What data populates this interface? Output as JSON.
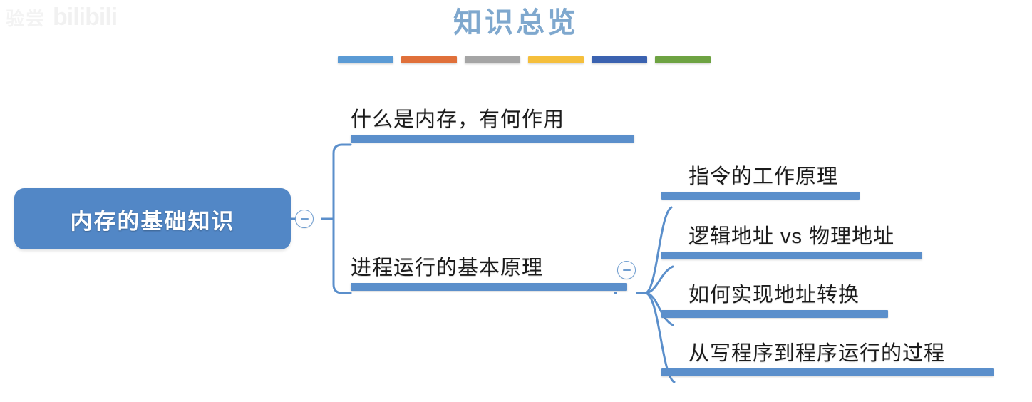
{
  "watermark": {
    "cn_text": "验尝",
    "logo_text": "bilibili"
  },
  "title": "知识总览",
  "accent_bars": [
    {
      "name": "bar-blue",
      "color": "#5b9bd5"
    },
    {
      "name": "bar-orange",
      "color": "#e0703a"
    },
    {
      "name": "bar-gray",
      "color": "#a5a5a5"
    },
    {
      "name": "bar-yellow",
      "color": "#f5bf3c"
    },
    {
      "name": "bar-dark-blue",
      "color": "#3b62b0"
    },
    {
      "name": "bar-green",
      "color": "#6ea342"
    }
  ],
  "mindmap": {
    "root": {
      "label": "内存的基础知识",
      "fill": "#5287c6",
      "text_color": "#ffffff",
      "collapse_icon": "minus-circle-icon",
      "collapsed": false
    },
    "branches": [
      {
        "label": "什么是内存，有何作用",
        "underline_color": "#5b8fcb",
        "has_collapse": false,
        "children": []
      },
      {
        "label": "进程运行的基本原理",
        "underline_color": "#5b8fcb",
        "has_collapse": true,
        "collapse_icon": "minus-circle-icon",
        "children": [
          {
            "label": "指令的工作原理",
            "underline_color": "#5b8fcb"
          },
          {
            "label": "逻辑地址 vs 物理地址",
            "underline_color": "#5b8fcb"
          },
          {
            "label": "如何实现地址转换",
            "underline_color": "#5b8fcb"
          },
          {
            "label": "从写程序到程序运行的过程",
            "underline_color": "#5b8fcb"
          }
        ]
      }
    ],
    "connector_color": "#5b8fcb"
  }
}
